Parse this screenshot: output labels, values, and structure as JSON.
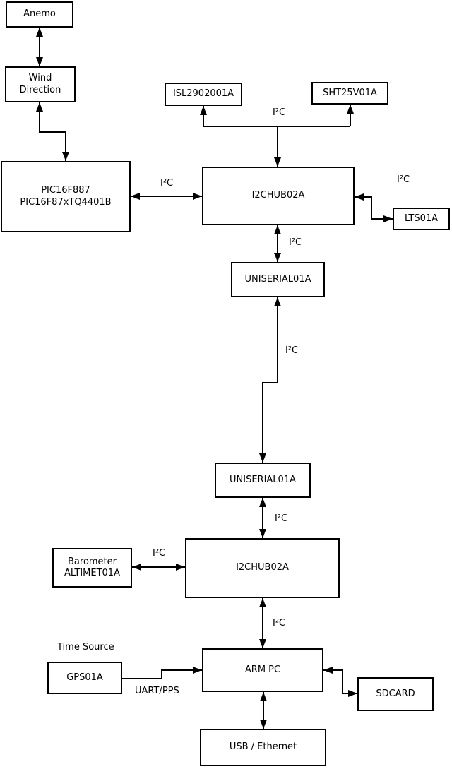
{
  "diagram": {
    "nodes": {
      "anemo": {
        "label": "Anemo"
      },
      "wind_direction": {
        "lines": [
          "Wind",
          "Direction"
        ]
      },
      "pic": {
        "lines": [
          "PIC16F887",
          "PIC16F87xTQ4401B"
        ]
      },
      "isl": {
        "label": "ISL2902001A"
      },
      "sht": {
        "label": "SHT25V01A"
      },
      "hub1": {
        "label": "I2CHUB02A"
      },
      "lts": {
        "label": "LTS01A"
      },
      "uniserial1": {
        "label": "UNISERIAL01A"
      },
      "uniserial2": {
        "label": "UNISERIAL01A"
      },
      "barometer": {
        "lines": [
          "Barometer",
          "ALTIMET01A"
        ]
      },
      "hub2": {
        "label": "I2CHUB02A"
      },
      "gps": {
        "label": "GPS01A"
      },
      "arm_pc": {
        "label": "ARM PC"
      },
      "sdcard": {
        "label": "SDCARD"
      },
      "usb_ethernet": {
        "label": "USB / Ethernet"
      }
    },
    "edge_labels": {
      "i2c_sensor_bus": "I²C",
      "i2c_pic_hub1": "I²C",
      "i2c_hub1_lts": "I²C",
      "i2c_hub1_uniserial1": "I²C",
      "i2c_uniserial_link": "I²C",
      "i2c_uniserial2_hub2": "I²C",
      "i2c_barometer_hub2": "I²C",
      "i2c_hub2_armpc": "I²C",
      "time_source": "Time Source",
      "uart_pps": "UART/PPS"
    },
    "colors": {
      "background": "#ffffff",
      "box_fill": "#ffffff",
      "line": "#000000",
      "text": "#000000"
    }
  }
}
